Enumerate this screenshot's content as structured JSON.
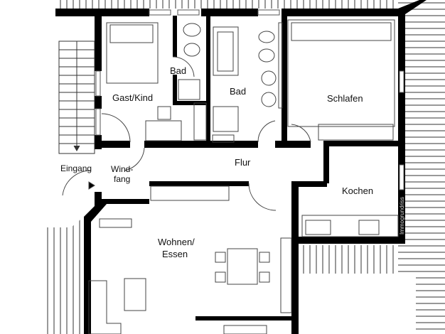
{
  "rooms": {
    "gast_kind": "Gast/Kind",
    "bad_small": "Bad",
    "bad_large": "Bad",
    "schlafen": "Schlafen",
    "flur": "Flur",
    "windfang_1": "Wind-",
    "windfang_2": "fang",
    "eingang": "Eingang",
    "kochen": "Kochen",
    "wohnen_1": "Wohnen/",
    "wohnen_2": "Essen"
  },
  "watermark": "Immogrundriss",
  "colors": {
    "wall": "#000000",
    "line": "#444444"
  }
}
